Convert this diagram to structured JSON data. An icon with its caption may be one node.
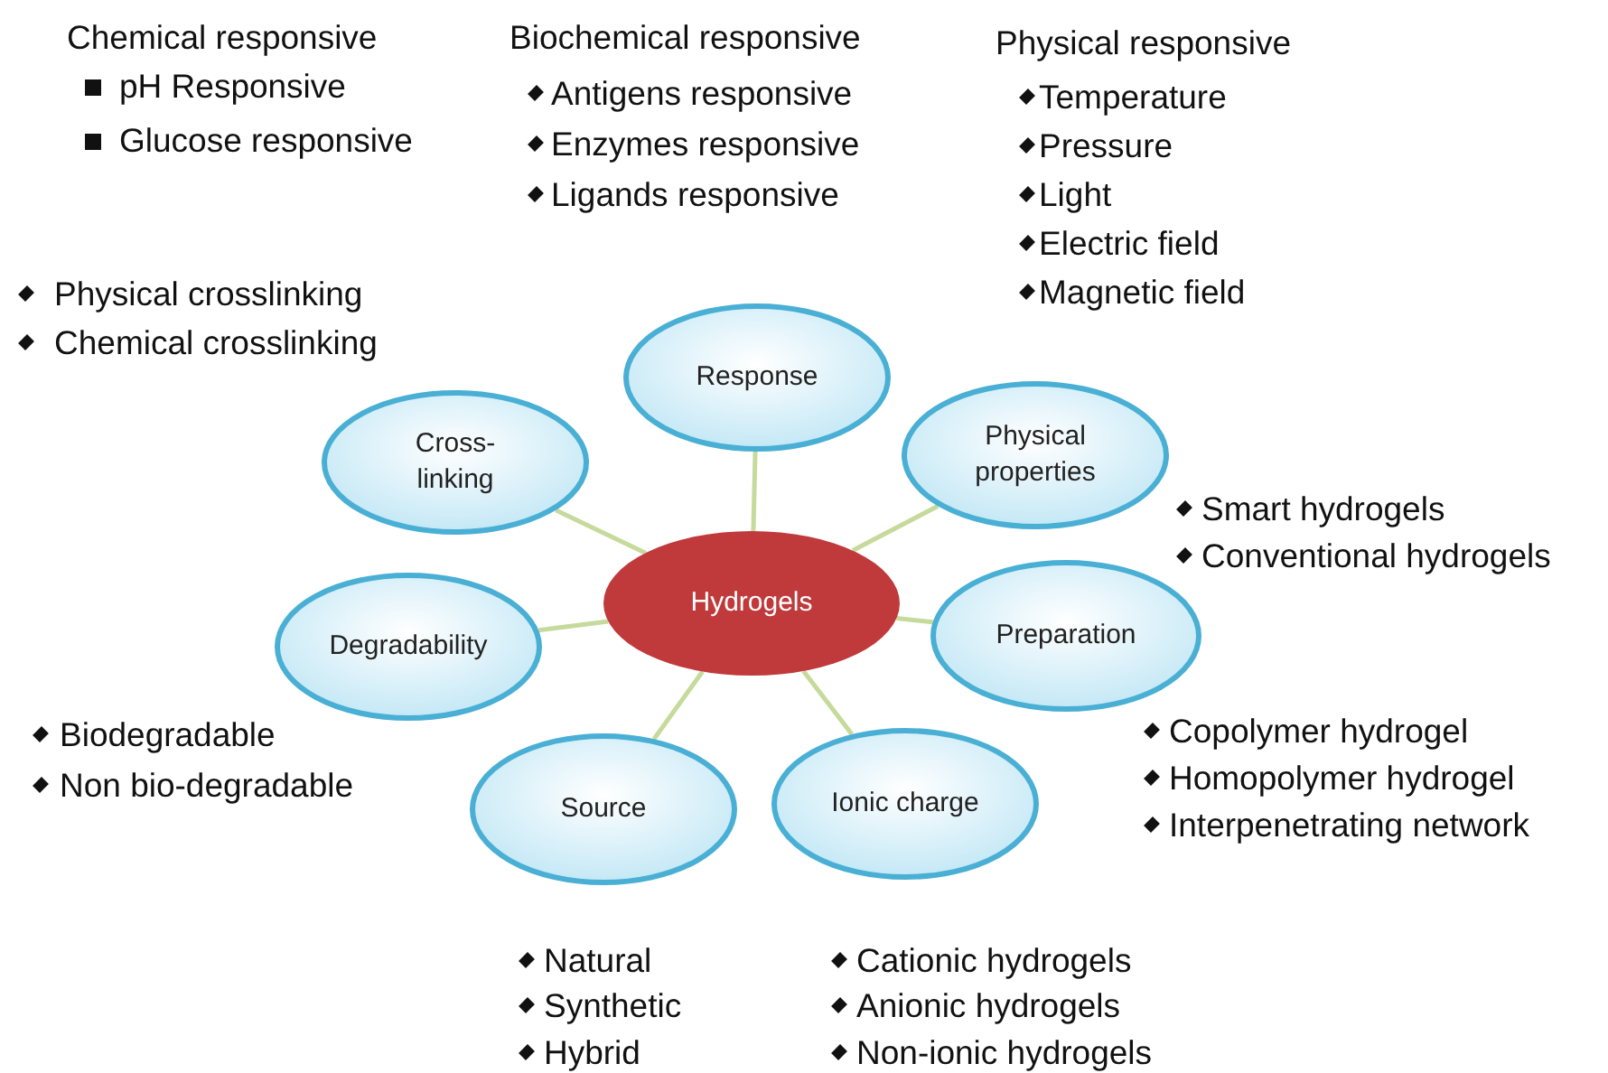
{
  "diagram": {
    "nodes": [
      {
        "text": [
          "Hydrogels"
        ]
      },
      {
        "text": [
          "Response"
        ],
        "beside": [
          "Chemical responsive",
          "pH Responsive",
          "Glucose responsive",
          "Biochemical responsive",
          "Antigens responsive",
          "Enzymes responsive",
          "Ligands responsive",
          "Physical responsive",
          "Temperature",
          "Pressure",
          "Light",
          "Electric field",
          "Magnetic field"
        ]
      },
      {
        "text": [
          "Cross-linking"
        ],
        "beside": [
          "Physical crosslinking",
          "Chemical crosslinking"
        ]
      },
      {
        "text": [
          "Physical properties"
        ],
        "beside": [
          "Smart hydrogels",
          "Conventional hydrogels"
        ]
      },
      {
        "text": [
          "Degradability"
        ],
        "beside": [
          "Biodegradable",
          "Non bio-degradable"
        ]
      },
      {
        "text": [
          "Preparation"
        ],
        "beside": [
          "Copolymer hydrogel",
          "Homopolymer hydrogel",
          "Interpenetrating network"
        ]
      },
      {
        "text": [
          "Source"
        ],
        "beside": [
          "Natural",
          "Synthetic",
          "Hybrid"
        ]
      },
      {
        "text": [
          "Ionic charge"
        ],
        "beside": [
          "Cationic hydrogels",
          "Anionic hydrogels",
          "Non-ionic hydrogels"
        ]
      }
    ],
    "edges": [
      {
        "from": 0,
        "to": 1,
        "arrow": "none"
      },
      {
        "from": 0,
        "to": 2,
        "arrow": "none"
      },
      {
        "from": 0,
        "to": 3,
        "arrow": "none"
      },
      {
        "from": 0,
        "to": 4,
        "arrow": "none"
      },
      {
        "from": 0,
        "to": 5,
        "arrow": "none"
      },
      {
        "from": 0,
        "to": 6,
        "arrow": "none"
      },
      {
        "from": 0,
        "to": 7,
        "arrow": "none"
      }
    ]
  }
}
